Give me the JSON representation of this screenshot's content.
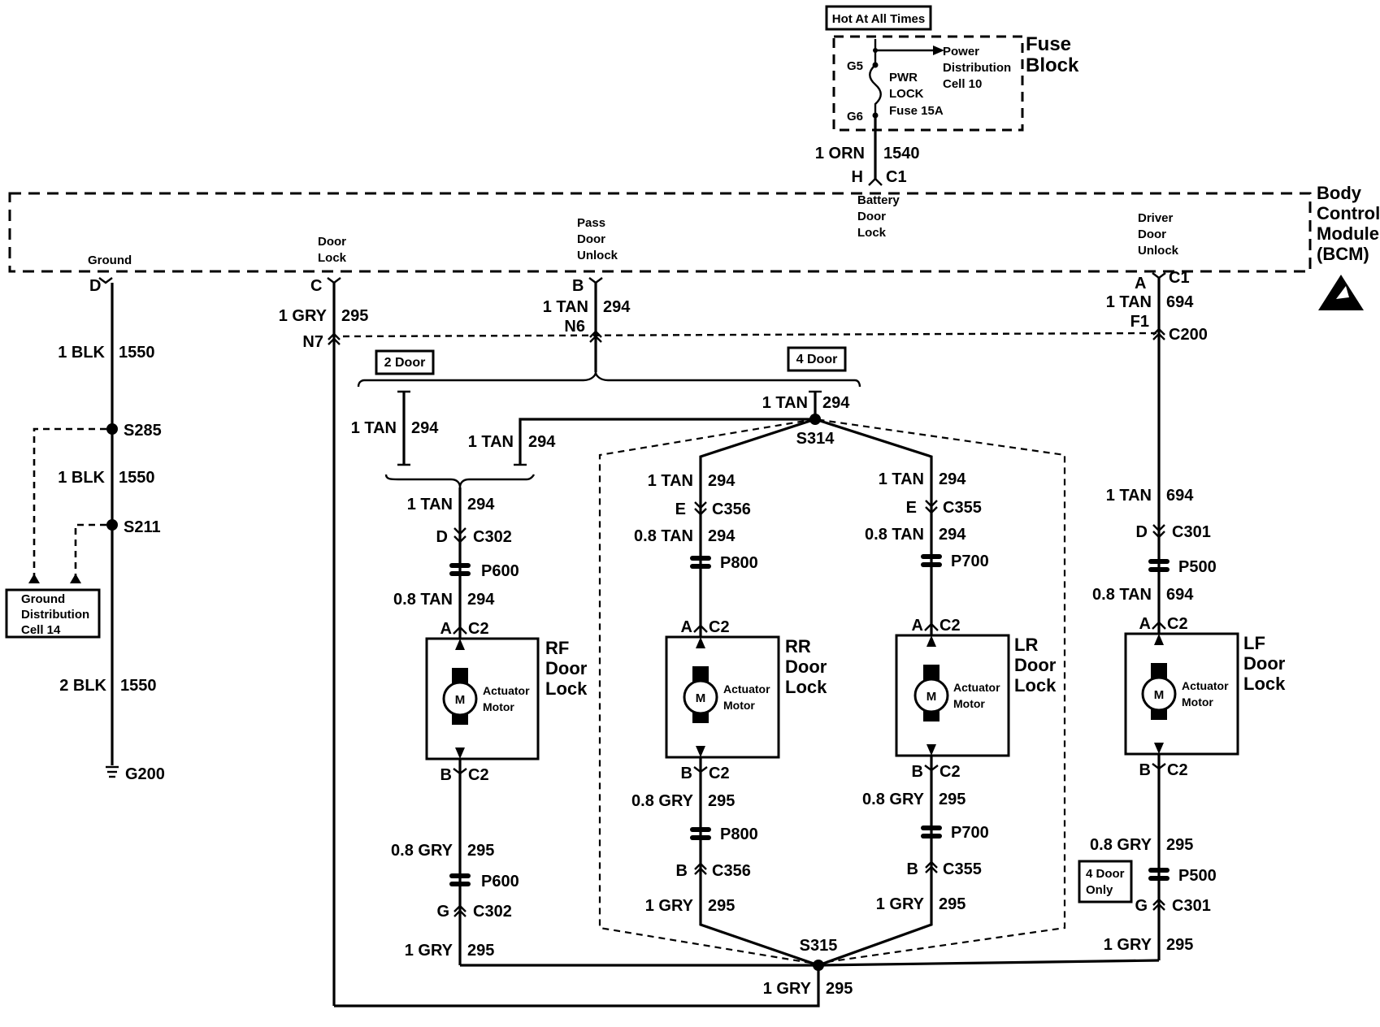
{
  "fuse_block": {
    "hot_label": "Hot At All Times",
    "title_line1": "Fuse",
    "title_line2": "Block",
    "g5": "G5",
    "g6": "G6",
    "pdc_line1": "Power",
    "pdc_line2": "Distribution",
    "pdc_line3": "Cell 10",
    "fuse_line1": "PWR",
    "fuse_line2": "LOCK",
    "fuse_line3": "Fuse 15A"
  },
  "bcm": {
    "title_line1": "Body",
    "title_line2": "Control",
    "title_line3": "Module",
    "title_line4": "(BCM)",
    "feed_wire": "1 ORN",
    "feed_circuit": "1540",
    "feed_pin": "H",
    "feed_conn": "C1",
    "battery_line1": "Battery",
    "battery_line2": "Door",
    "battery_line3": "Lock",
    "ground_label": "Ground",
    "ground_pin": "D",
    "doorlock_line1": "Door",
    "doorlock_line2": "Lock",
    "doorlock_pin": "C",
    "pass_line1": "Pass",
    "pass_line2": "Door",
    "pass_line3": "Unlock",
    "pass_pin": "B",
    "driver_line1": "Driver",
    "driver_line2": "Door",
    "driver_line3": "Unlock",
    "driver_pin": "A",
    "driver_conn": "C1"
  },
  "ground_circuit": {
    "w1": "1 BLK",
    "c1": "1550",
    "s285": "S285",
    "w2": "1 BLK",
    "c2": "1550",
    "s211": "S211",
    "gdc_line1": "Ground",
    "gdc_line2": "Distribution",
    "gdc_line3": "Cell 14",
    "w3": "2 BLK",
    "c3": "1550",
    "g200": "G200"
  },
  "lock_feed": {
    "w": "1 GRY",
    "c": "295",
    "n7": "N7"
  },
  "unlock_pass": {
    "w": "1 TAN",
    "c": "294",
    "n6": "N6",
    "option_2door": "2 Door",
    "option_4door": "4 Door",
    "w_2door": "1 TAN",
    "c_2door": "294",
    "w_4door": "1 TAN",
    "c_4door": "294",
    "w_s314": "1 TAN",
    "c_s314": "294",
    "s314": "S314"
  },
  "rf": {
    "w_in": "1 TAN",
    "c_in": "294",
    "pin_d": "D",
    "c302": "C302",
    "p600": "P600",
    "w_mid": "0.8 TAN",
    "c_mid": "294",
    "pin_a": "A",
    "c2": "C2",
    "motor": "M",
    "act1": "Actuator",
    "act2": "Motor",
    "name1": "RF",
    "name2": "Door",
    "name3": "Lock",
    "pin_b": "B",
    "c2b": "C2",
    "w_out": "0.8 GRY",
    "c_out": "295",
    "p600b": "P600",
    "pin_g": "G",
    "c302b": "C302",
    "w_ret": "1 GRY",
    "c_ret": "295"
  },
  "rr": {
    "w_in": "1 TAN",
    "c_in": "294",
    "pin_e": "E",
    "c356": "C356",
    "w_mid": "0.8 TAN",
    "c_mid": "294",
    "p800": "P800",
    "pin_a": "A",
    "c2": "C2",
    "motor": "M",
    "act1": "Actuator",
    "act2": "Motor",
    "name1": "RR",
    "name2": "Door",
    "name3": "Lock",
    "pin_b": "B",
    "c2b": "C2",
    "w_out": "0.8 GRY",
    "c_out": "295",
    "p800b": "P800",
    "pin_b2": "B",
    "c356b": "C356",
    "w_ret": "1 GRY",
    "c_ret": "295"
  },
  "lr": {
    "w_in": "1 TAN",
    "c_in": "294",
    "pin_e": "E",
    "c355": "C355",
    "w_mid": "0.8 TAN",
    "c_mid": "294",
    "p700": "P700",
    "pin_a": "A",
    "c2": "C2",
    "motor": "M",
    "act1": "Actuator",
    "act2": "Motor",
    "name1": "LR",
    "name2": "Door",
    "name3": "Lock",
    "pin_b": "B",
    "c2b": "C2",
    "w_out": "0.8 GRY",
    "c_out": "295",
    "p700b": "P700",
    "pin_b2": "B",
    "c355b": "C355",
    "w_ret": "1 GRY",
    "c_ret": "295"
  },
  "lf": {
    "w_top": "1 TAN",
    "c_top": "694",
    "pin_f1": "F1",
    "c200": "C200",
    "w_in": "1 TAN",
    "c_in": "694",
    "pin_d": "D",
    "c301": "C301",
    "p500": "P500",
    "w_mid": "0.8 TAN",
    "c_mid": "694",
    "pin_a": "A",
    "c2": "C2",
    "motor": "M",
    "act1": "Actuator",
    "act2": "Motor",
    "name1": "LF",
    "name2": "Door",
    "name3": "Lock",
    "pin_b": "B",
    "c2b": "C2",
    "w_out": "0.8 GRY",
    "c_out": "295",
    "p500b": "P500",
    "only_line1": "4 Door",
    "only_line2": "Only",
    "pin_g": "G",
    "c301b": "C301",
    "w_ret": "1 GRY",
    "c_ret": "295"
  },
  "return_bus": {
    "s315": "S315",
    "w": "1 GRY",
    "c": "295"
  }
}
